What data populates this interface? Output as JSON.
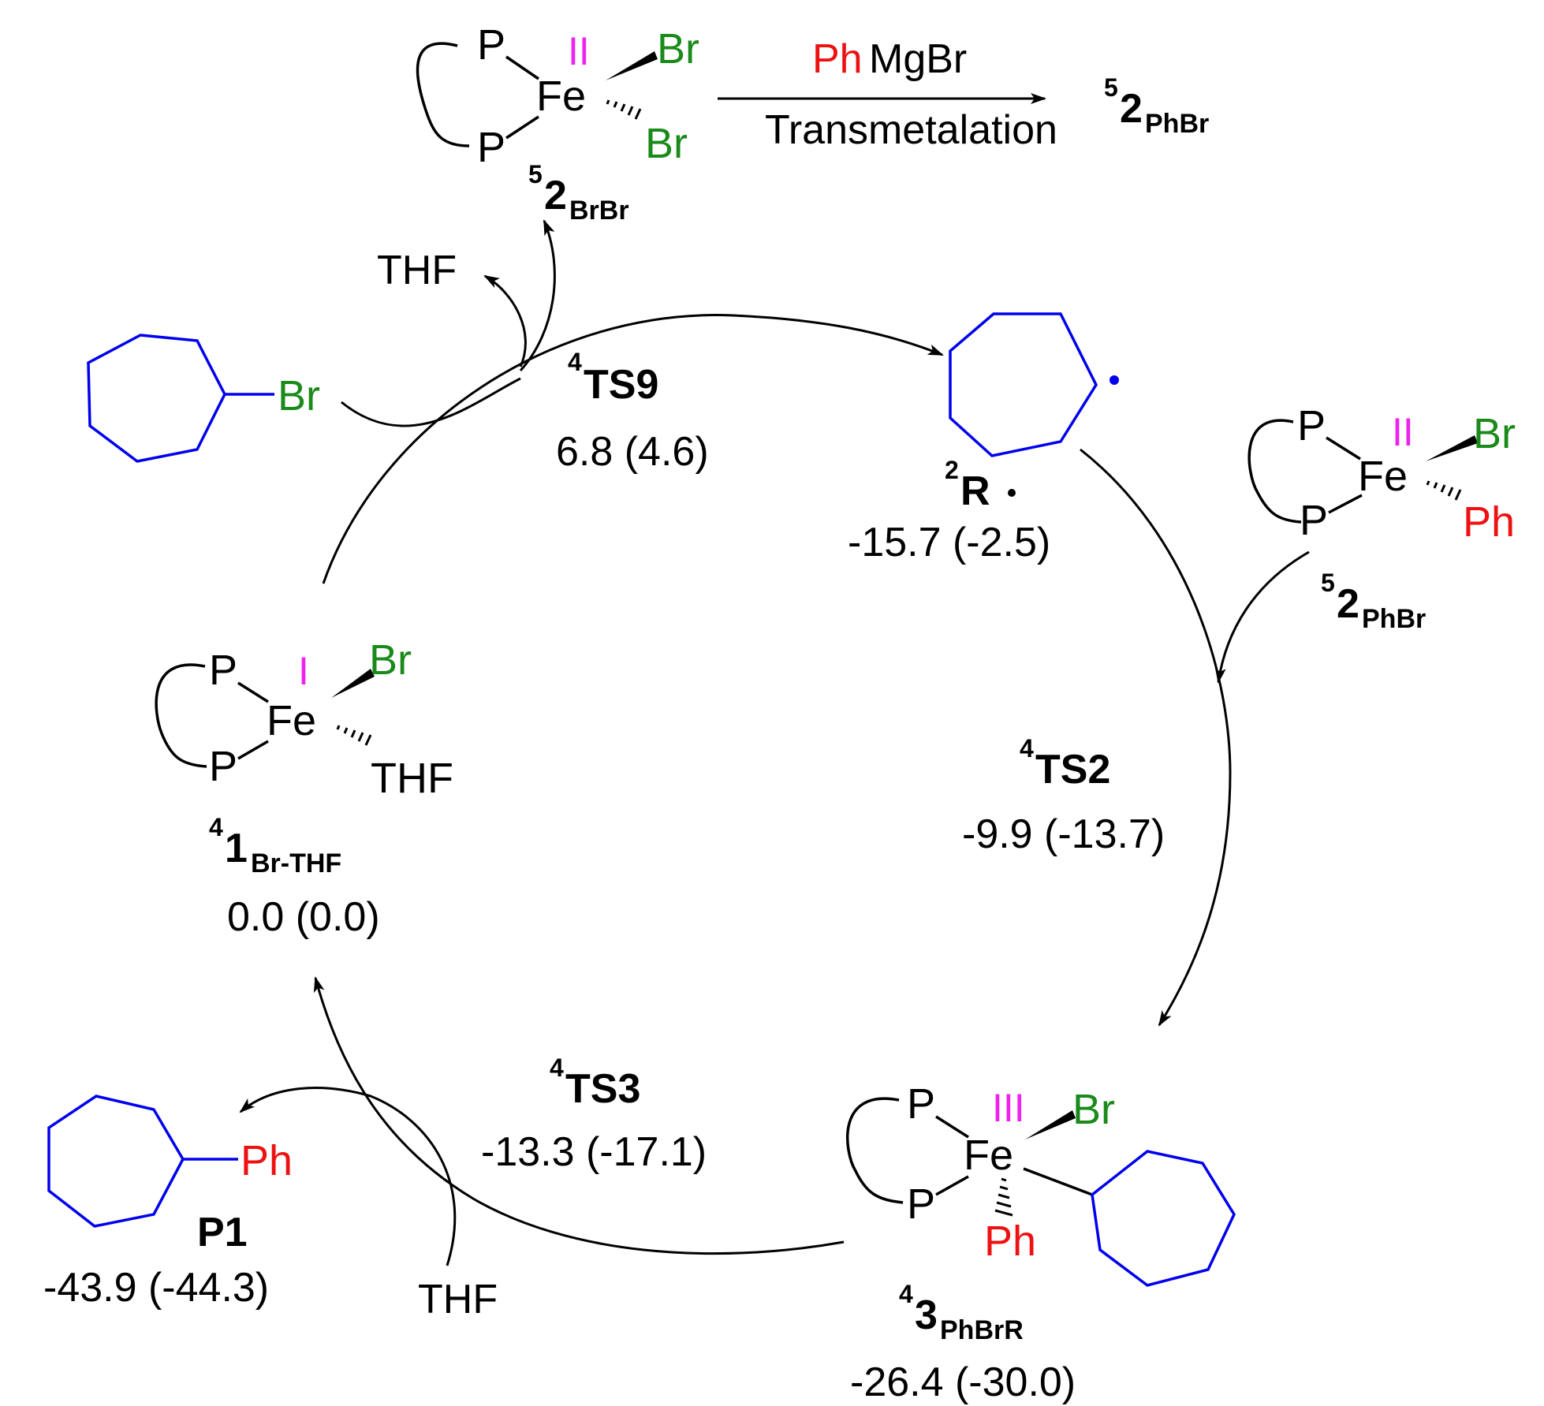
{
  "colors": {
    "bromine": "#1a8a1a",
    "phenyl": "#ee1111",
    "oxidation_state": "#ee22ee",
    "ring": "#0000ee",
    "black": "#000000"
  },
  "atoms": {
    "P": "P",
    "Fe": "Fe",
    "Br": "Br",
    "Ph": "Ph",
    "THF": "THF",
    "MgBr": "MgBr",
    "radical_dot": "•"
  },
  "reagent": {
    "ph_part": "Ph",
    "mg_part": "MgBr",
    "step_label": "Transmetalation"
  },
  "oxidation_states": {
    "fe2": "II",
    "fe1": "I",
    "fe3": "III"
  },
  "species": {
    "s52BrBr": {
      "sup": "5",
      "main": "2",
      "sub": "BrBr"
    },
    "s52PhBr_top": {
      "sup": "5",
      "main": "2",
      "sub": "PhBr"
    },
    "s52PhBr": {
      "sup": "5",
      "main": "2",
      "sub": "PhBr"
    },
    "ts9": {
      "sup": "4",
      "main": "TS9",
      "energy": "6.8 (4.6)"
    },
    "radical": {
      "sup": "2",
      "main": "R",
      "dot": "•",
      "energy": "-15.7 (-2.5)"
    },
    "ts2": {
      "sup": "4",
      "main": "TS2",
      "energy": "-9.9 (-13.7)"
    },
    "s41": {
      "sup": "4",
      "main": "1",
      "sub": "Br-THF",
      "energy": "0.0 (0.0)"
    },
    "ts3": {
      "sup": "4",
      "main": "TS3",
      "energy": "-13.3 (-17.1)"
    },
    "s43": {
      "sup": "4",
      "main": "3",
      "sub": "PhBrR",
      "energy": "-26.4 (-30.0)"
    },
    "p1": {
      "main": "P1",
      "energy": "-43.9 (-44.3)"
    }
  },
  "free_thf_top": "THF",
  "free_thf_bottom": "THF"
}
